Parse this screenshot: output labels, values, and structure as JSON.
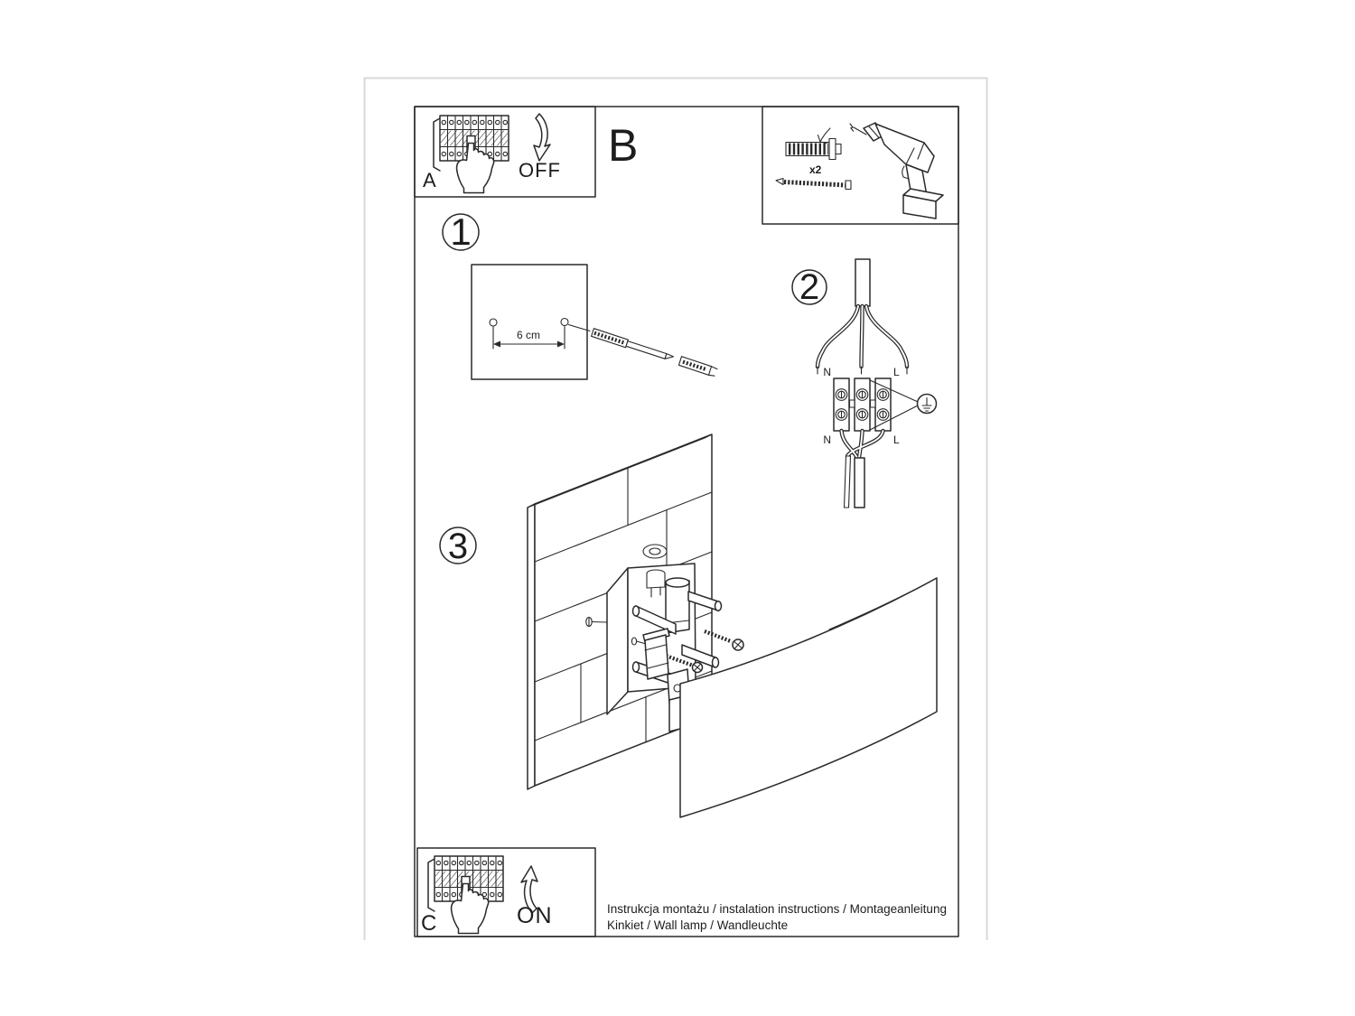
{
  "sheet": {
    "caption_line1": "Instrukcja montażu / instalation instructions / Montageanleitung",
    "caption_line2": "Kinkiet / Wall lamp / Wandleuchte"
  },
  "power_off_box": {
    "label": "A",
    "state": "OFF"
  },
  "section_b": {
    "label": "B"
  },
  "parts_box": {
    "anchor_quantity": "x2"
  },
  "step_1": {
    "number": "1",
    "hole_spacing": "6 cm"
  },
  "step_2": {
    "number": "2",
    "neutral_top": "N",
    "live_top": "L",
    "neutral_bottom": "N",
    "live_bottom": "L"
  },
  "step_3": {
    "number": "3"
  },
  "power_on_box": {
    "label": "C",
    "state": "ON"
  },
  "colors": {
    "line": "#2a2a2a",
    "page_edge": "#d8d8d8",
    "background": "#ffffff"
  }
}
